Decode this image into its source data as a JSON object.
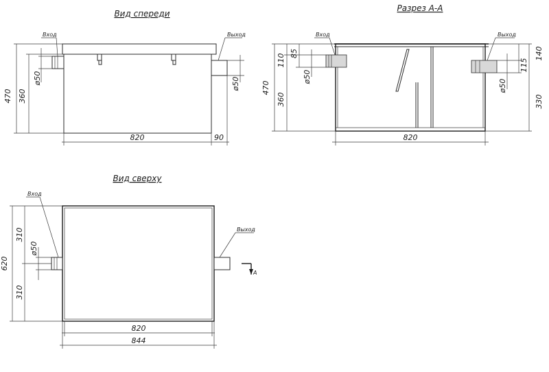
{
  "views": {
    "front": {
      "title": "Вид спереди"
    },
    "section": {
      "title": "Разрез А-А"
    },
    "top": {
      "title": "Вид сверху"
    }
  },
  "labels": {
    "inlet": "Вход",
    "outlet": "Выход",
    "section_mark": "А"
  },
  "dims": {
    "front_height_total": "470",
    "front_height_body": "360",
    "front_inlet_d": "ø50",
    "front_outlet_d": "ø50",
    "front_width": "820",
    "front_outlet_len": "90",
    "sec_height_total": "470",
    "sec_height_body": "360",
    "sec_inlet_top": "110",
    "sec_inlet_off": "85",
    "sec_inlet_d": "ø50",
    "sec_outlet_top": "140",
    "sec_outlet_off": "115",
    "sec_outlet_d": "ø50",
    "sec_outlet_h": "330",
    "sec_width": "820",
    "top_height_total": "620",
    "top_upper": "310",
    "top_lower": "310",
    "top_inlet_d": "ø50",
    "top_width_inner": "820",
    "top_width_outer": "844"
  }
}
